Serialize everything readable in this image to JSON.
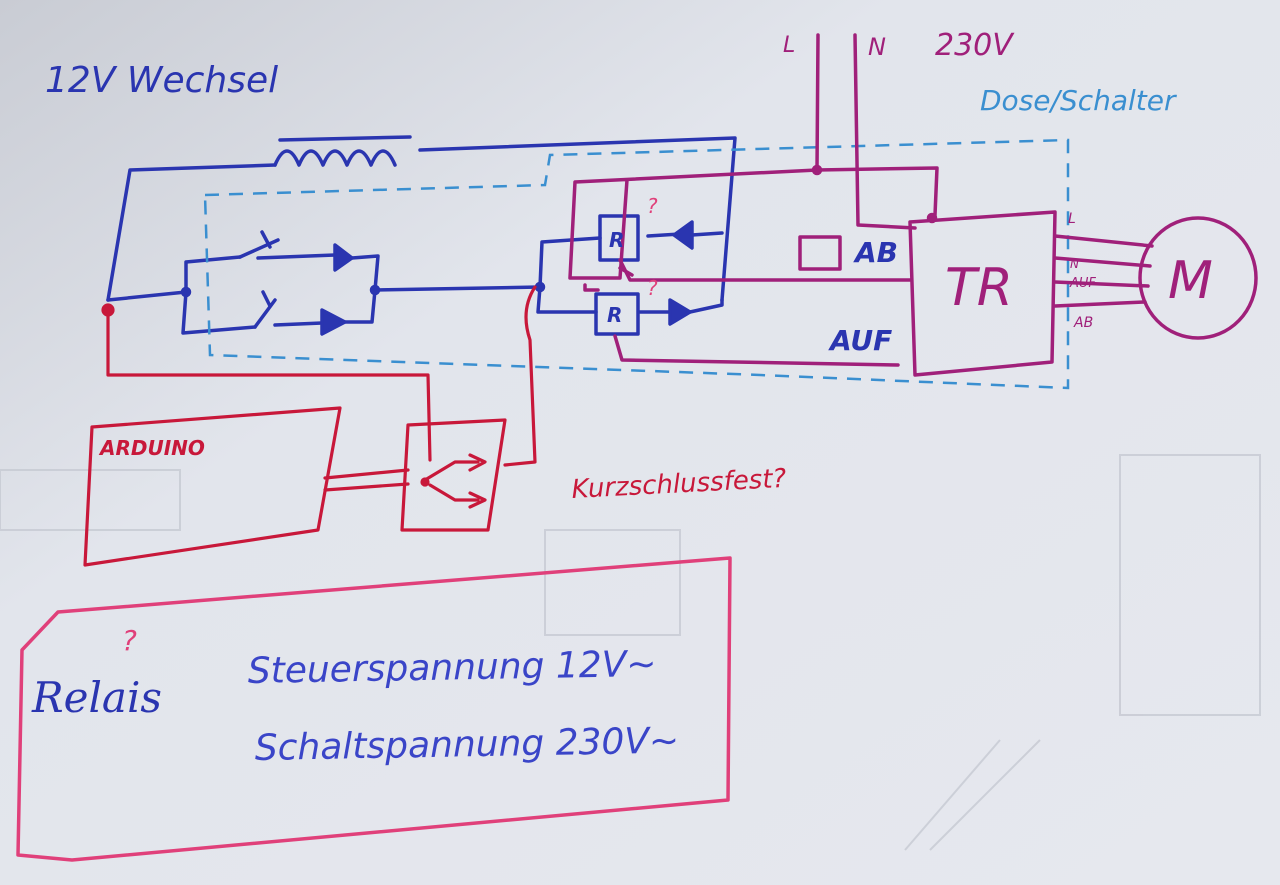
{
  "title": "12V Wechsel",
  "mains": {
    "l": "L",
    "n": "N",
    "voltage": "230V"
  },
  "box_label": "Dose/Schalter",
  "relay_mark": "R",
  "question_mark": "?",
  "transformer": "TR",
  "motor": "M",
  "motor_terminals": {
    "l": "L",
    "n": "N",
    "auf": "AUF",
    "ab": "AB"
  },
  "labels": {
    "ab": "AB",
    "auf": "AUF",
    "arduino": "ARDUINO",
    "short_circuit": "Kurzschlussfest?"
  },
  "note": {
    "title": "Relais",
    "question": "?",
    "line1": "Steuerspannung 12V~",
    "line2": "Schaltspannung 230V~"
  },
  "colors": {
    "blue": "#2a35b0",
    "light_blue": "#3a8fd0",
    "red": "#c8183a",
    "magenta": "#a0207a",
    "pink": "#e0407a",
    "paper": "#dfe2e9"
  }
}
